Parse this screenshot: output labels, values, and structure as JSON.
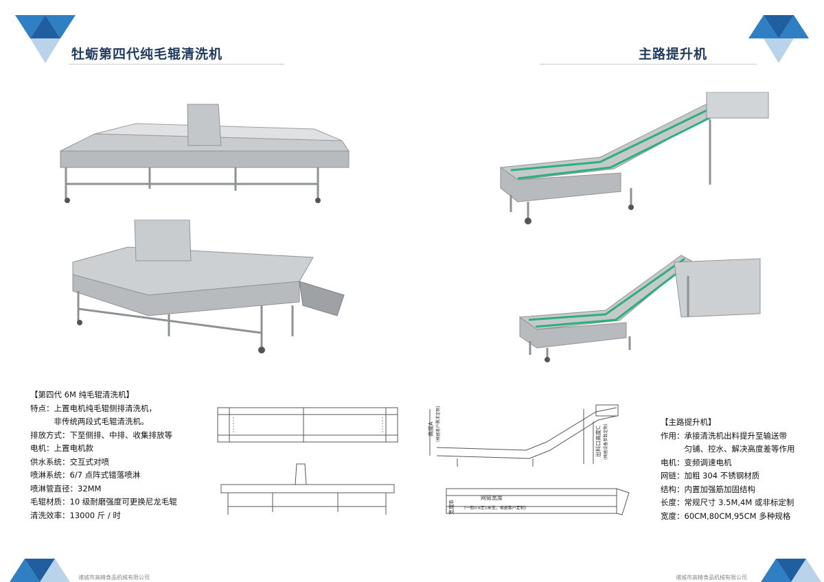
{
  "left": {
    "title": "牡蛎第四代纯毛辊清洗机",
    "specs": [
      "【第四代 6M 纯毛辊清洗机】",
      "特点：上置电机纯毛辊侧排清洗机，",
      "　　　非传统两段式毛辊清洗机。",
      "排放方式：下至侧排、中排、收集排放等",
      "电机：上置电机款",
      "供水系统：交互式对喷",
      "喷淋系统：6/7 点阵式错落喷淋",
      "喷淋管直径：32MM",
      "毛辊材质：10 级耐磨强度可更换尼龙毛辊",
      "清洗效率：13000 斤 / 时"
    ]
  },
  "right": {
    "title": "主路提升机",
    "specs": [
      "【主路提升机】",
      "作用：承接清洗机出料提升至输送带",
      "　　　匀铺、控水、解决高度差等作用",
      "电机：变频调速电机",
      "网链：加粗 304 不锈钢材质",
      "结构：内置加强筋加固结构",
      "长度：常规尺寸 3.5M,4M 或非标定制",
      "宽度：60CM,80CM,95CM 多种规格"
    ]
  },
  "drawing_labels": {
    "height_a": "高度A",
    "height_a_note": "(根据客户需求定制)",
    "outlet_height": "出料口高度C",
    "outlet_note": "(根据设备参数定制)",
    "belt_width": "网链宽度",
    "belt_width_note": "(一般0.6至1米宽，根据客户定制)",
    "width_b": "宽度B"
  },
  "footer": {
    "left_company": "诸城市高精食品机械有限公司",
    "right_company": "诸城市高精食品机械有限公司"
  },
  "colors": {
    "brand_dark": "#1f67a8",
    "brand_light": "#3b8fd0",
    "title": "#1f3a5f"
  }
}
